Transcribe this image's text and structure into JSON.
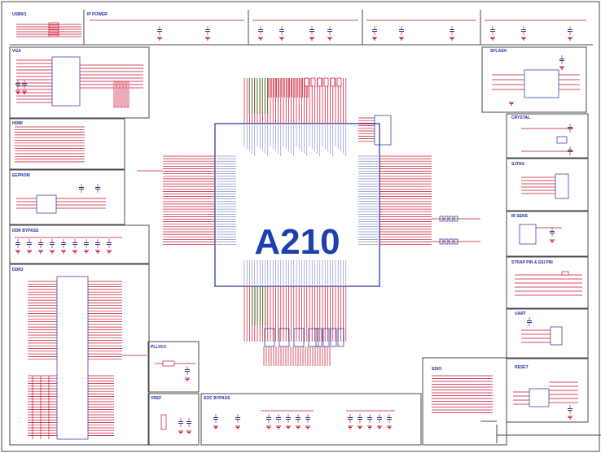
{
  "chip": {
    "name": "A210"
  },
  "sections": {
    "usb": "USB0/1",
    "ip_power": "IP POWER",
    "vga": "VGA",
    "hdmi": "HDMI",
    "eeprom": "EEPROM",
    "ddr_bypass": "DDR BYPASS",
    "ddr2": "DDR2",
    "pllvcc": "PLLVCC",
    "vref": "VREF",
    "soc_bypass": "SOC BYPASS",
    "sdio": "SDIO",
    "spiflash": "SFLASH",
    "crystal": "CRYSTAL",
    "sjtag": "SJTAG",
    "ir_sens": "IR SENS",
    "strap": "STRAP PIN & ESI PIN",
    "uart": "UART",
    "reset": "RESET"
  },
  "colors": {
    "frame": "#4a4a4a",
    "wire": "#c8102e",
    "pin": "#1d2e9e",
    "net": "#2e9e3a",
    "chip_outline": "#1d2e9e",
    "chip_text": "#1d3fb0"
  }
}
